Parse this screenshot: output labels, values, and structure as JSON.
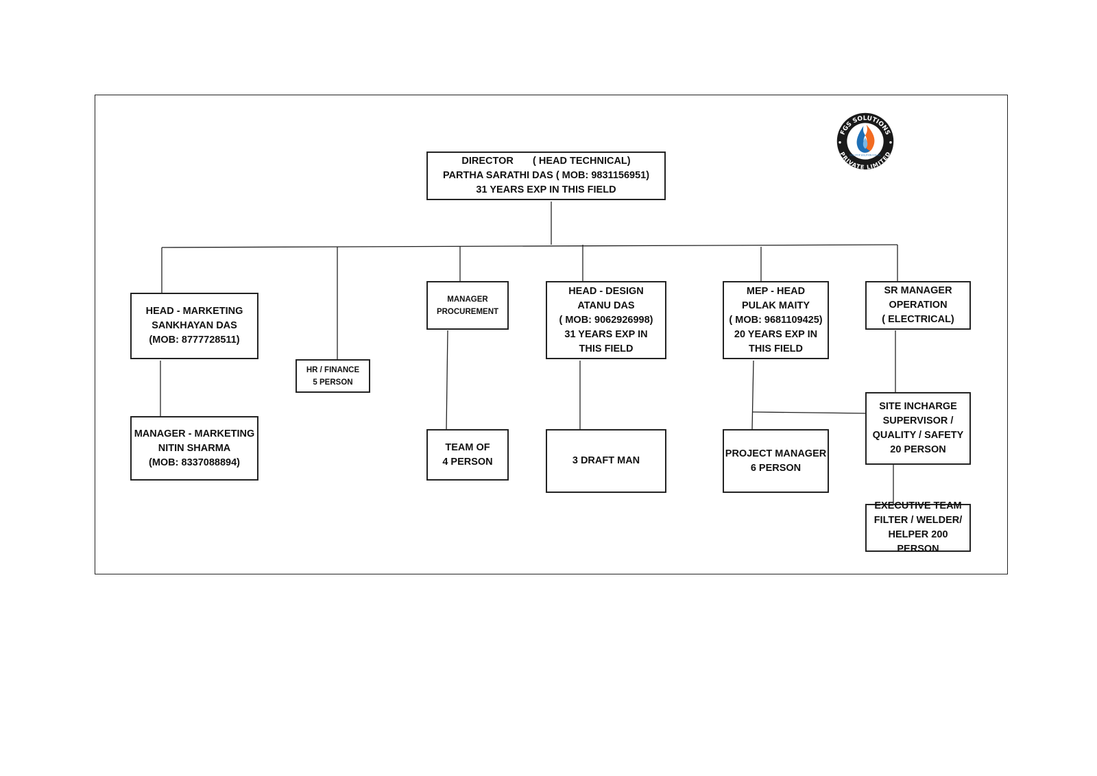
{
  "logo": {
    "top_text": "FGS SOLUTIONS",
    "bottom_text": "PRIVATE LIMITED",
    "tagline": "ONE STOP SOLUTION FOR ALL",
    "colors": {
      "ring": "#1a1a1a",
      "flame_blue": "#1e6fb5",
      "flame_orange": "#f26b21"
    }
  },
  "org": {
    "director": {
      "line1": "DIRECTOR       ( HEAD TECHNICAL)",
      "line2": "PARTHA SARATHI DAS ( MOB: 9831156951)",
      "line3": "31 YEARS EXP IN THIS FIELD"
    },
    "marketing_head": {
      "line1": "HEAD - MARKETING",
      "line2": "SANKHAYAN DAS",
      "line3": "(MOB: 8777728511)"
    },
    "marketing_manager": {
      "line1": "MANAGER - MARKETING",
      "line2": "NITIN SHARMA",
      "line3": "(MOB: 8337088894)"
    },
    "hr_finance": {
      "line1": "HR / FINANCE",
      "line2": "5 PERSON"
    },
    "procurement": {
      "line1": "MANAGER",
      "line2": "PROCUREMENT"
    },
    "procurement_team": {
      "line1": "TEAM OF",
      "line2": "4 PERSON"
    },
    "design_head": {
      "line1": "HEAD - DESIGN",
      "line2": "ATANU DAS",
      "line3": "( MOB: 9062926998)",
      "line4": "31 YEARS EXP IN THIS FIELD"
    },
    "draft_team": {
      "line1": "3 DRAFT MAN"
    },
    "mep_head": {
      "line1": "MEP - HEAD",
      "line2": "PULAK MAITY",
      "line3": "( MOB: 9681109425)",
      "line4": "20 YEARS EXP IN THIS FIELD"
    },
    "project_manager": {
      "line1": "PROJECT MANAGER",
      "line2": "6 PERSON"
    },
    "operation_manager": {
      "line1": "SR MANAGER",
      "line2": "OPERATION",
      "line3": "( ELECTRICAL)"
    },
    "site_incharge": {
      "line1": "SITE INCHARGE SUPERVISOR / QUALITY / SAFETY 20 PERSON"
    },
    "executive_team": {
      "line1": "EXECUTIVE TEAM FILTER / WELDER/ HELPER 200 PERSON"
    }
  }
}
